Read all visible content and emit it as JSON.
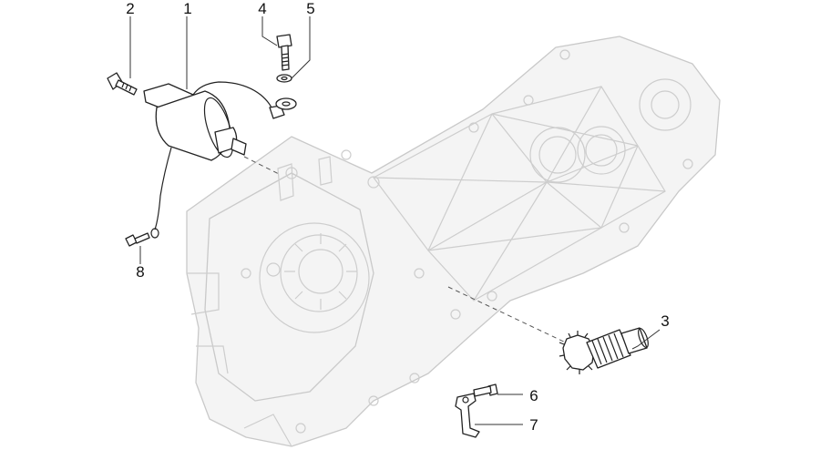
{
  "labels": [
    {
      "key": "l1",
      "text": "1"
    },
    {
      "key": "l2",
      "text": "2"
    },
    {
      "key": "l3",
      "text": "3"
    },
    {
      "key": "l4",
      "text": "4"
    },
    {
      "key": "l5",
      "text": "5"
    },
    {
      "key": "l6",
      "text": "6"
    },
    {
      "key": "l7",
      "text": "7"
    },
    {
      "key": "l8",
      "text": "8"
    }
  ],
  "colors": {
    "ink": "#222222",
    "ghost": "#c9c9c9",
    "background": "#ffffff"
  }
}
